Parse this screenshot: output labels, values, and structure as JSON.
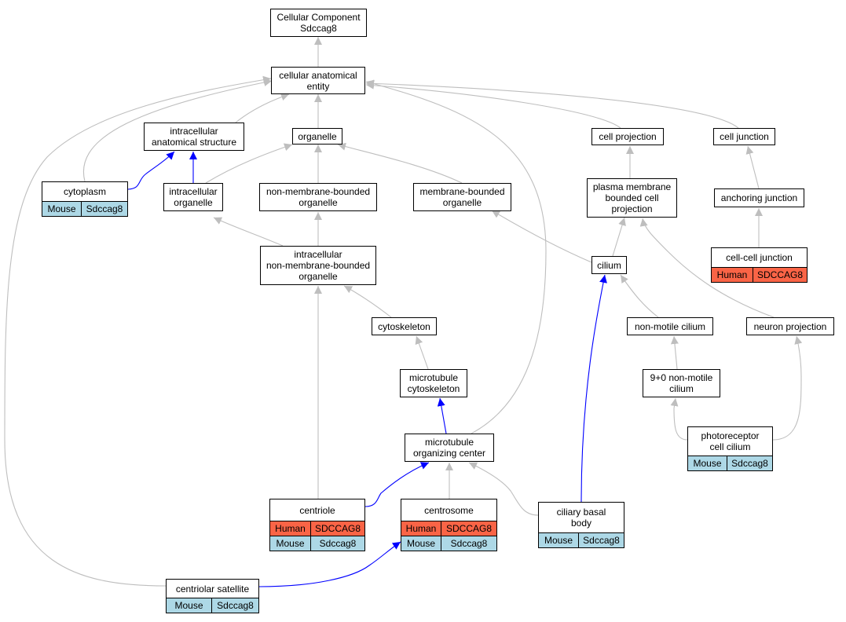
{
  "colors": {
    "human": "#fa6446",
    "mouse": "#add8e6",
    "edge_gray": "#bebebe",
    "edge_blue": "#0000ff"
  },
  "nodes": {
    "root": {
      "lines": [
        "Cellular Component",
        "Sdccag8"
      ]
    },
    "cae": {
      "lines": [
        "cellular anatomical",
        "entity"
      ]
    },
    "ias": {
      "lines": [
        "intracellular",
        "anatomical structure"
      ]
    },
    "organelle": {
      "lines": [
        "organelle"
      ]
    },
    "cellproj": {
      "lines": [
        "cell projection"
      ]
    },
    "celljunc": {
      "lines": [
        "cell junction"
      ]
    },
    "cytoplasm": {
      "lines": [
        "cytoplasm"
      ],
      "rows": [
        {
          "species": "Mouse",
          "gene": "Sdccag8"
        }
      ]
    },
    "intraorg": {
      "lines": [
        "intracellular",
        "organelle"
      ]
    },
    "nmbo": {
      "lines": [
        "non-membrane-bounded",
        "organelle"
      ]
    },
    "mbo": {
      "lines": [
        "membrane-bounded",
        "organelle"
      ]
    },
    "pmbcp": {
      "lines": [
        "plasma membrane",
        "bounded cell",
        "projection"
      ]
    },
    "anchjunc": {
      "lines": [
        "anchoring junction"
      ]
    },
    "inmbo": {
      "lines": [
        "intracellular",
        "non-membrane-bounded",
        "organelle"
      ]
    },
    "cilium": {
      "lines": [
        "cilium"
      ]
    },
    "ccjunc": {
      "lines": [
        "cell-cell junction"
      ],
      "rows": [
        {
          "species": "Human",
          "gene": "SDCCAG8"
        }
      ]
    },
    "cytoskeleton": {
      "lines": [
        "cytoskeleton"
      ]
    },
    "nonmotile": {
      "lines": [
        "non-motile cilium"
      ]
    },
    "neuronproj": {
      "lines": [
        "neuron projection"
      ]
    },
    "mtcyto": {
      "lines": [
        "microtubule",
        "cytoskeleton"
      ]
    },
    "nine": {
      "lines": [
        "9+0 non-motile",
        "cilium"
      ]
    },
    "mtoc": {
      "lines": [
        "microtubule",
        "organizing center"
      ]
    },
    "photo": {
      "lines": [
        "photoreceptor",
        "cell cilium"
      ],
      "rows": [
        {
          "species": "Mouse",
          "gene": "Sdccag8"
        }
      ]
    },
    "centriole": {
      "lines": [
        "centriole"
      ],
      "rows": [
        {
          "species": "Human",
          "gene": "SDCCAG8"
        },
        {
          "species": "Mouse",
          "gene": "Sdccag8"
        }
      ]
    },
    "centrosome": {
      "lines": [
        "centrosome"
      ],
      "rows": [
        {
          "species": "Human",
          "gene": "SDCCAG8"
        },
        {
          "species": "Mouse",
          "gene": "Sdccag8"
        }
      ]
    },
    "basal": {
      "lines": [
        "ciliary basal",
        "body"
      ],
      "rows": [
        {
          "species": "Mouse",
          "gene": "Sdccag8"
        }
      ]
    },
    "satellite": {
      "lines": [
        "centriolar satellite"
      ],
      "rows": [
        {
          "species": "Mouse",
          "gene": "Sdccag8"
        }
      ]
    }
  }
}
